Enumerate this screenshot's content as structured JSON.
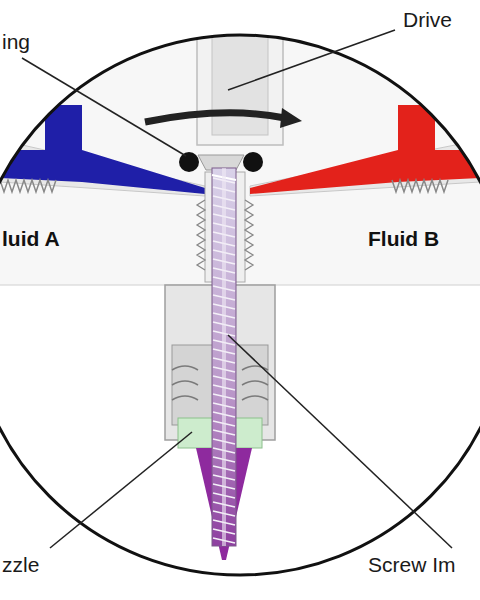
{
  "diagram": {
    "labels": [
      "ing",
      "Drive",
      "luid A",
      "Fluid B",
      "zzle",
      "Screw Im"
    ]
  }
}
